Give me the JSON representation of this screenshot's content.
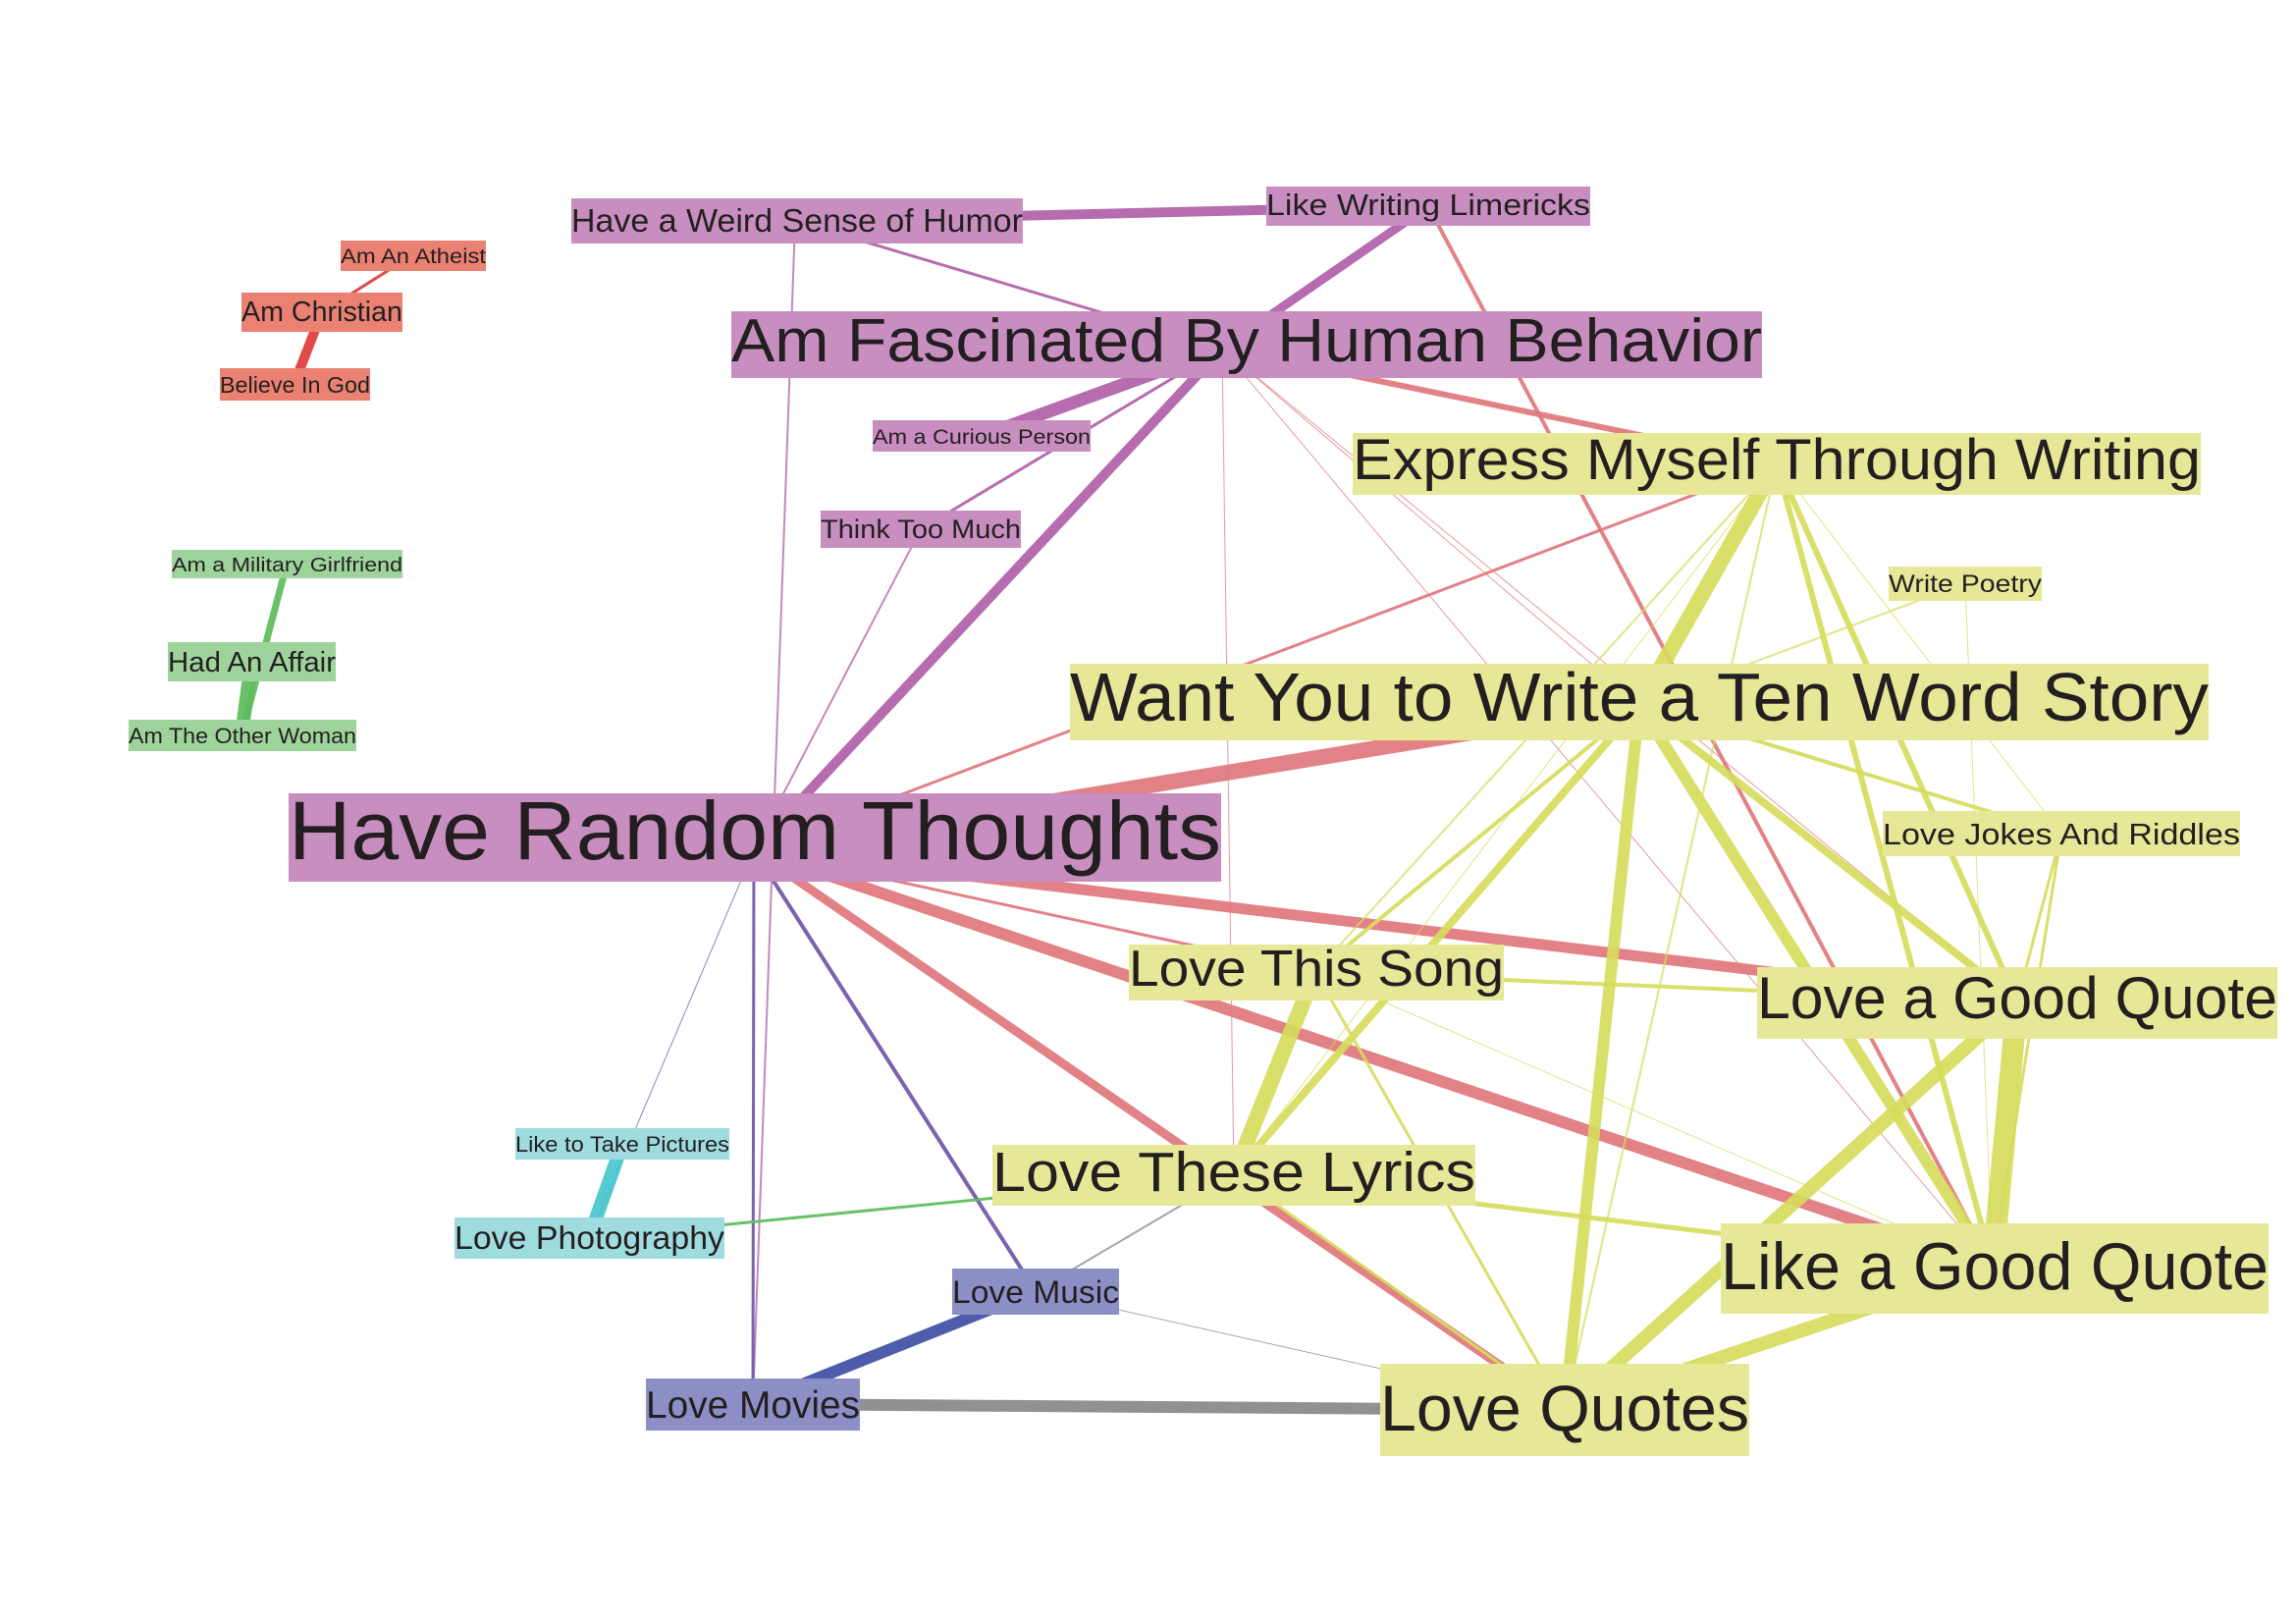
{
  "colors": {
    "purple": "#b05fa8",
    "purple_label": "#c88ec0",
    "salmon": "#e0777c",
    "yellow": "#d6dc5c",
    "yellow_label": "#e6e897",
    "red": "#e03b3b",
    "red_label": "#ea8172",
    "green": "#5cbc5c",
    "green_label": "#9ed49c",
    "cyan": "#46c6cc",
    "cyan_label": "#9fdcdf",
    "blue": "#3f4fa3",
    "blue_label": "#8c8fc6",
    "violet": "#6f55a8",
    "gray": "#888888"
  },
  "nodes": [
    {
      "id": "have-a-weird-sense-of-humor",
      "label": "Have a Weird Sense of Humor",
      "group": "purple"
    },
    {
      "id": "like-writing-limericks",
      "label": "Like Writing Limericks",
      "group": "purple"
    },
    {
      "id": "am-fascinated-by-human-behavior",
      "label": "Am Fascinated By Human Behavior",
      "group": "purple"
    },
    {
      "id": "am-a-curious-person",
      "label": "Am a Curious Person",
      "group": "purple"
    },
    {
      "id": "think-too-much",
      "label": "Think Too Much",
      "group": "purple"
    },
    {
      "id": "have-random-thoughts",
      "label": "Have Random Thoughts",
      "group": "purple"
    },
    {
      "id": "am-an-atheist",
      "label": "Am An Atheist",
      "group": "red"
    },
    {
      "id": "am-christian",
      "label": "Am Christian",
      "group": "red"
    },
    {
      "id": "believe-in-god",
      "label": "Believe In God",
      "group": "red"
    },
    {
      "id": "am-a-military-girlfriend",
      "label": "Am a Military Girlfriend",
      "group": "green"
    },
    {
      "id": "had-an-affair",
      "label": "Had An Affair",
      "group": "green"
    },
    {
      "id": "am-the-other-woman",
      "label": "Am The Other Woman",
      "group": "green"
    },
    {
      "id": "express-myself-through-writing",
      "label": "Express Myself Through Writing",
      "group": "yellow"
    },
    {
      "id": "write-poetry",
      "label": "Write Poetry",
      "group": "yellow"
    },
    {
      "id": "want-you-to-write-a-ten-word-story",
      "label": "Want You to Write a Ten Word Story",
      "group": "yellow"
    },
    {
      "id": "love-jokes-and-riddles",
      "label": "Love Jokes And Riddles",
      "group": "yellow"
    },
    {
      "id": "love-this-song",
      "label": "Love This Song",
      "group": "yellow"
    },
    {
      "id": "love-a-good-quote",
      "label": "Love a Good Quote",
      "group": "yellow"
    },
    {
      "id": "love-these-lyrics",
      "label": "Love These Lyrics",
      "group": "yellow"
    },
    {
      "id": "like-a-good-quote",
      "label": "Like a Good Quote",
      "group": "yellow"
    },
    {
      "id": "love-quotes",
      "label": "Love Quotes",
      "group": "yellow"
    },
    {
      "id": "like-to-take-pictures",
      "label": "Like to Take Pictures",
      "group": "cyan"
    },
    {
      "id": "love-photography",
      "label": "Love Photography",
      "group": "cyan"
    },
    {
      "id": "love-music",
      "label": "Love Music",
      "group": "blue"
    },
    {
      "id": "love-movies",
      "label": "Love Movies",
      "group": "blue"
    }
  ]
}
